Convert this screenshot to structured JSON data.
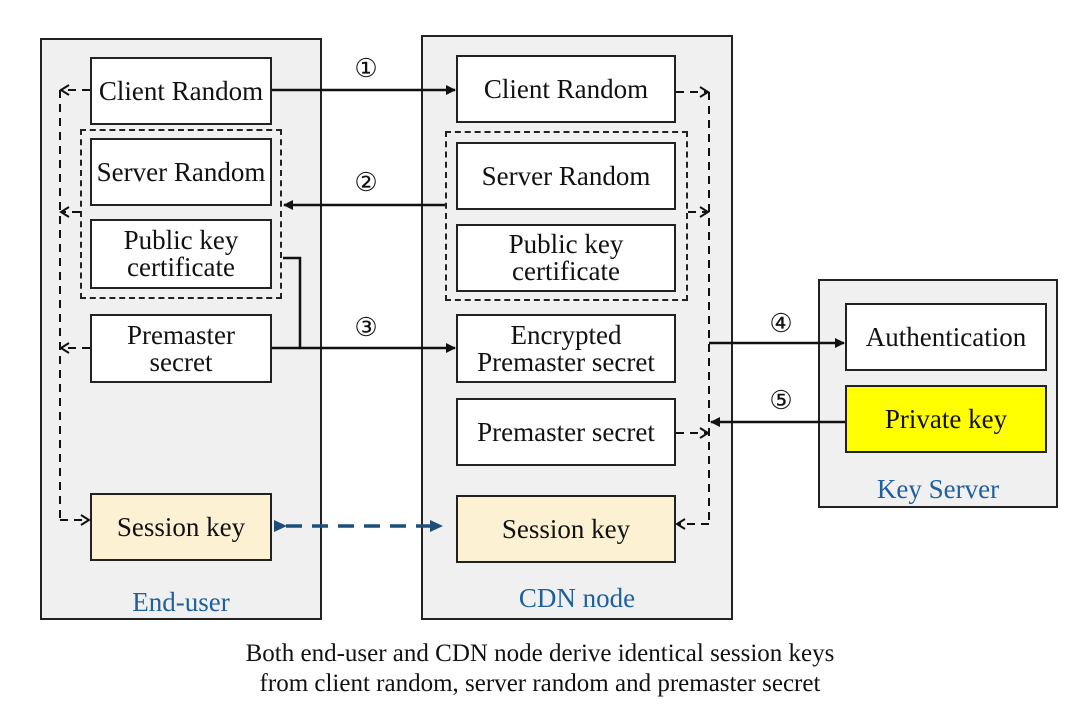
{
  "end_user": {
    "label": "End-user",
    "client_random": "Client Random",
    "server_random": "Server Random",
    "public_key_certificate": "Public key certificate",
    "premaster_secret": "Premaster secret",
    "session_key": "Session key"
  },
  "cdn_node": {
    "label": "CDN node",
    "client_random": "Client Random",
    "server_random": "Server Random",
    "public_key_certificate": "Public key certificate",
    "encrypted_premaster_secret": "Encrypted Premaster secret",
    "premaster_secret": "Premaster secret",
    "session_key": "Session key"
  },
  "key_server": {
    "label": "Key Server",
    "authentication": "Authentication",
    "private_key": "Private key"
  },
  "steps": [
    "①",
    "②",
    "③",
    "④",
    "⑤"
  ],
  "caption": {
    "line1": "Both end-user and CDN node derive identical session keys",
    "line2": "from client random, server random and premaster secret"
  },
  "colors": {
    "panel": "#f0f0f0",
    "session_key_fill": "#fdf1d4",
    "private_key_fill": "#ffff00",
    "label_blue": "#1f5f9e",
    "session_arrow": "#1f4e79"
  }
}
